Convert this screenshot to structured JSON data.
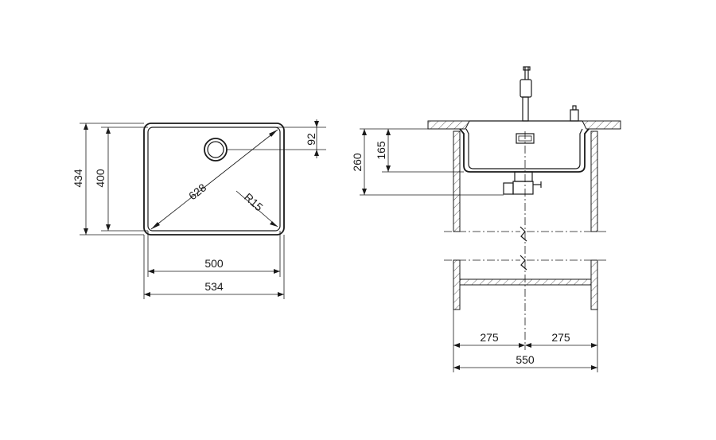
{
  "top_view": {
    "height_outer": "434",
    "height_inner": "400",
    "drain_offset": "92",
    "diagonal": "628",
    "radius": "R15",
    "width_inner": "500",
    "width_outer": "534"
  },
  "side_view": {
    "overall_depth": "260",
    "bowl_depth": "165",
    "half_left": "275",
    "half_right": "275",
    "cabinet_width": "550"
  }
}
